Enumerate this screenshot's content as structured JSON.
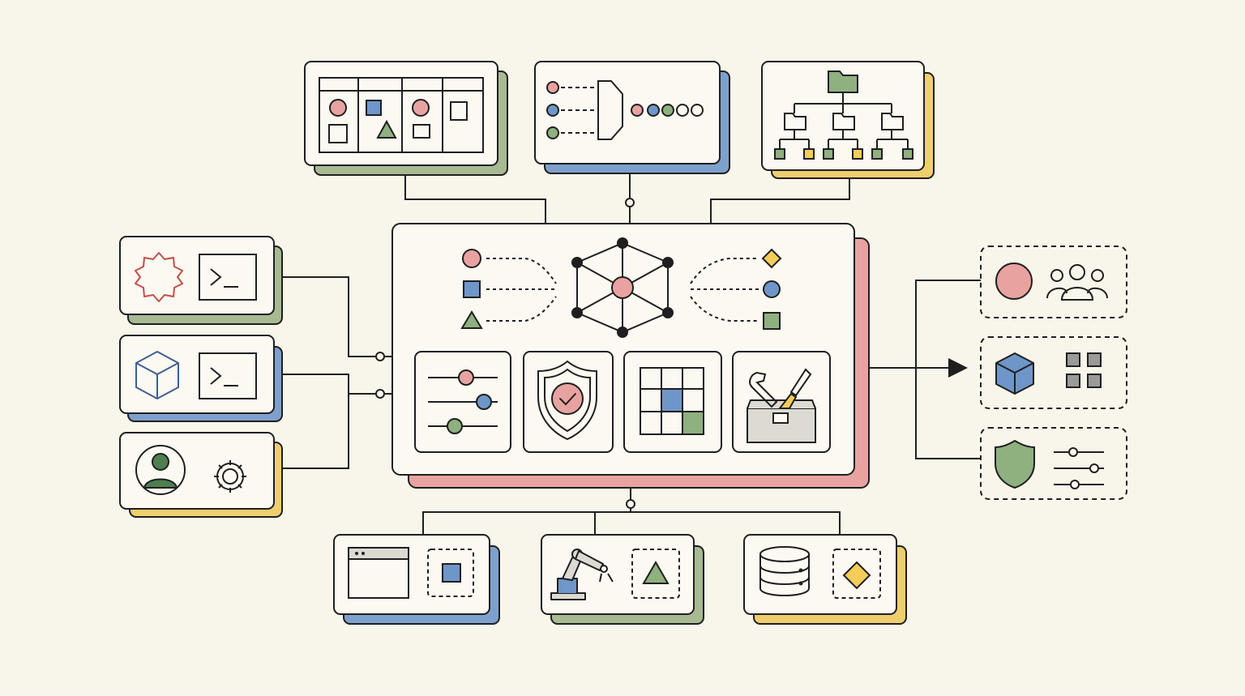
{
  "palette": {
    "background": "#f8f5ea",
    "card_fill": "#fbf9f1",
    "ink": "#1f1f1f",
    "red": "#e8a3a1",
    "red_stroke": "#c0504a",
    "blue": "#7ea0cc",
    "blue_fill": "#6f96c8",
    "green": "#a7ba92",
    "green_fill": "#8fb07f",
    "yellow": "#efce6e",
    "yellow_fill": "#f3cd5a",
    "gray": "#dcdad2"
  },
  "diagram": {
    "top_cards": [
      {
        "name": "kanban-board-card",
        "icon": "kanban-board-icon",
        "shadow": "green"
      },
      {
        "name": "data-pipeline-card",
        "icon": "funnel-pipeline-icon",
        "shadow": "blue"
      },
      {
        "name": "folder-tree-card",
        "icon": "folder-tree-icon",
        "shadow": "yellow"
      }
    ],
    "left_cards": [
      {
        "name": "gear-terminal-card",
        "icons": [
          "gear-outline-icon",
          "terminal-icon"
        ],
        "shadow": "green"
      },
      {
        "name": "cube-terminal-card",
        "icons": [
          "cube-icon",
          "terminal-icon"
        ],
        "shadow": "blue"
      },
      {
        "name": "user-settings-card",
        "icons": [
          "user-avatar-icon",
          "settings-gear-icon"
        ],
        "shadow": "yellow"
      }
    ],
    "hub": {
      "name": "central-hub",
      "shadow": "red",
      "graph_icon": "network-graph-icon",
      "inputs": [
        "circle-shape-icon",
        "square-shape-icon",
        "triangle-shape-icon"
      ],
      "outputs": [
        "diamond-shape-icon",
        "circle-shape-icon",
        "square-shape-icon"
      ],
      "tiles": [
        "sliders-icon",
        "shield-check-icon",
        "grid-icon",
        "toolbox-icon"
      ]
    },
    "right_outputs": [
      {
        "name": "output-users",
        "icons": [
          "circle-shape-icon",
          "users-group-icon"
        ]
      },
      {
        "name": "output-modules",
        "icons": [
          "cube-icon",
          "grid-four-icon"
        ]
      },
      {
        "name": "output-security",
        "icons": [
          "shield-icon",
          "sliders-icon"
        ]
      }
    ],
    "bottom_cards": [
      {
        "name": "browser-window-card",
        "icons": [
          "browser-window-icon",
          "square-shape-icon"
        ],
        "shadow": "blue"
      },
      {
        "name": "robot-arm-card",
        "icons": [
          "robot-arm-icon",
          "triangle-shape-icon"
        ],
        "shadow": "green"
      },
      {
        "name": "database-card",
        "icons": [
          "database-icon",
          "diamond-shape-icon"
        ],
        "shadow": "yellow"
      }
    ]
  }
}
